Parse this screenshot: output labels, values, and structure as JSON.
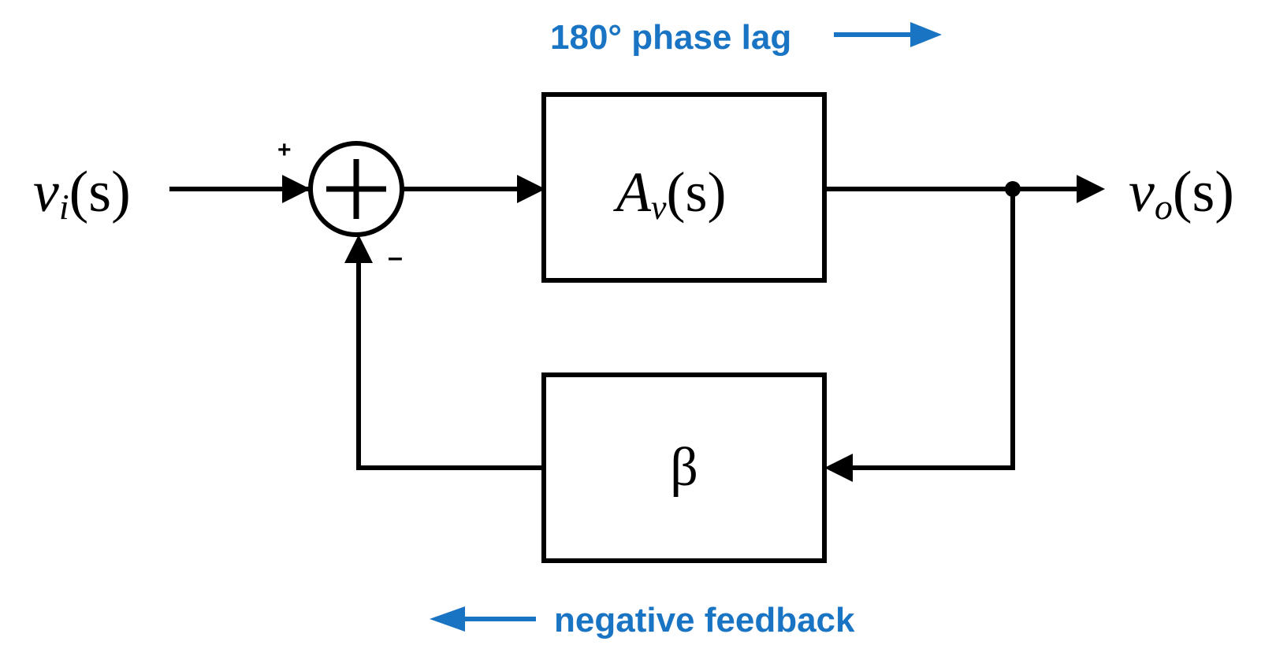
{
  "annotations": {
    "phase_lag": "180° phase lag",
    "negative_feedback": "negative feedback"
  },
  "signals": {
    "input": {
      "var": "v",
      "sub": "i",
      "arg": "(s)"
    },
    "output": {
      "var": "v",
      "sub": "o",
      "arg": "(s)"
    }
  },
  "blocks": {
    "forward": {
      "var": "A",
      "sub": "v",
      "arg": "(s)"
    },
    "feedback": {
      "label": "β"
    }
  },
  "summing_junction": {
    "plus_sign": "+",
    "minus_sign": "–"
  },
  "colors": {
    "annotation": "#1a74c4",
    "line": "#000000"
  }
}
